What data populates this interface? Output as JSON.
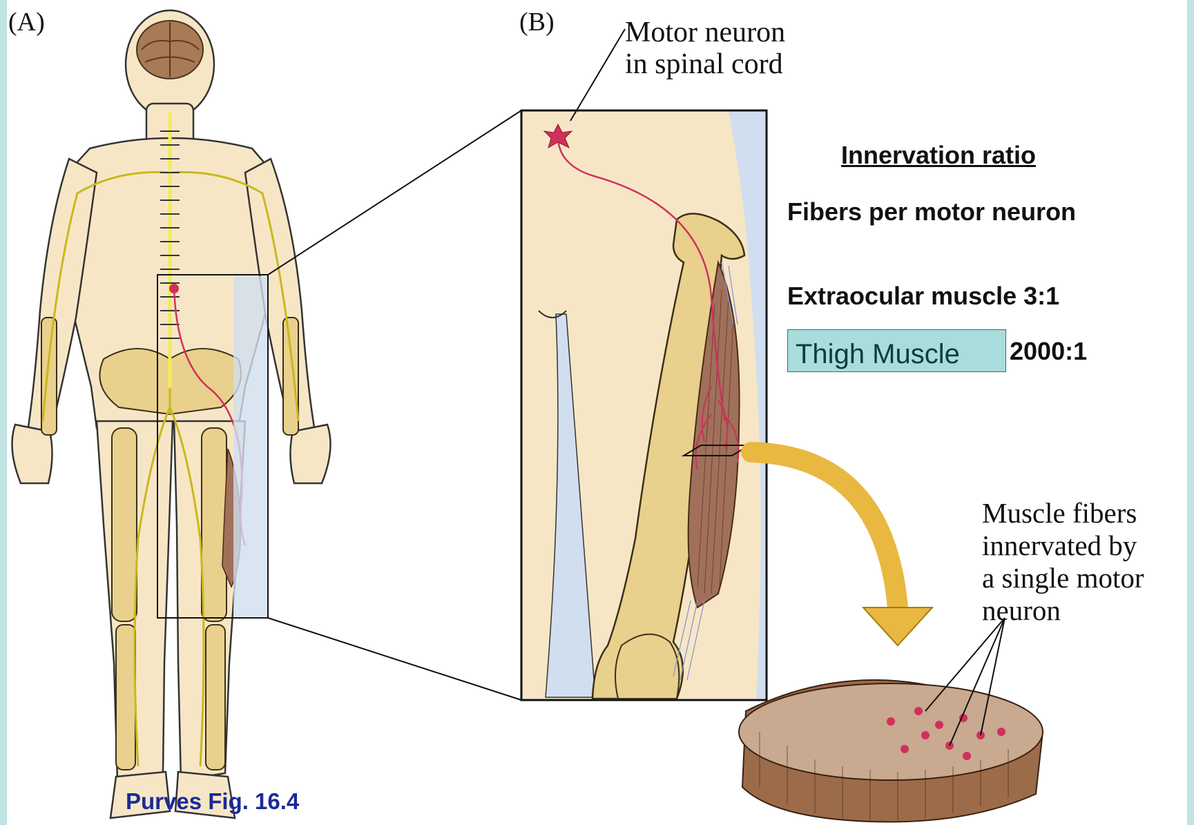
{
  "panels": {
    "a": "(A)",
    "b": "(B)"
  },
  "labels": {
    "motor_neuron_line1": "Motor neuron",
    "motor_neuron_line2": "in spinal cord",
    "muscle_fibers": [
      "Muscle fibers",
      "innervated by",
      "a single motor",
      "neuron"
    ]
  },
  "innervation": {
    "title": "Innervation ratio",
    "subtitle": "Fibers per motor neuron",
    "extraocular": "Extraocular muscle 3:1",
    "thigh_label": "Thigh Muscle",
    "thigh_ratio": "2000:1"
  },
  "caption": "Purves Fig. 16.4",
  "colors": {
    "frame": "#bfe3e3",
    "skin": "#f7e6c6",
    "bone": "#e9d08c",
    "nerve": "#f2ec58",
    "muscle": "#a0705a",
    "neuron": "#d0305a",
    "background_blue": "#d1deef",
    "highlight_box": "#a9dcdc",
    "caption_text": "#1a2a9a"
  }
}
